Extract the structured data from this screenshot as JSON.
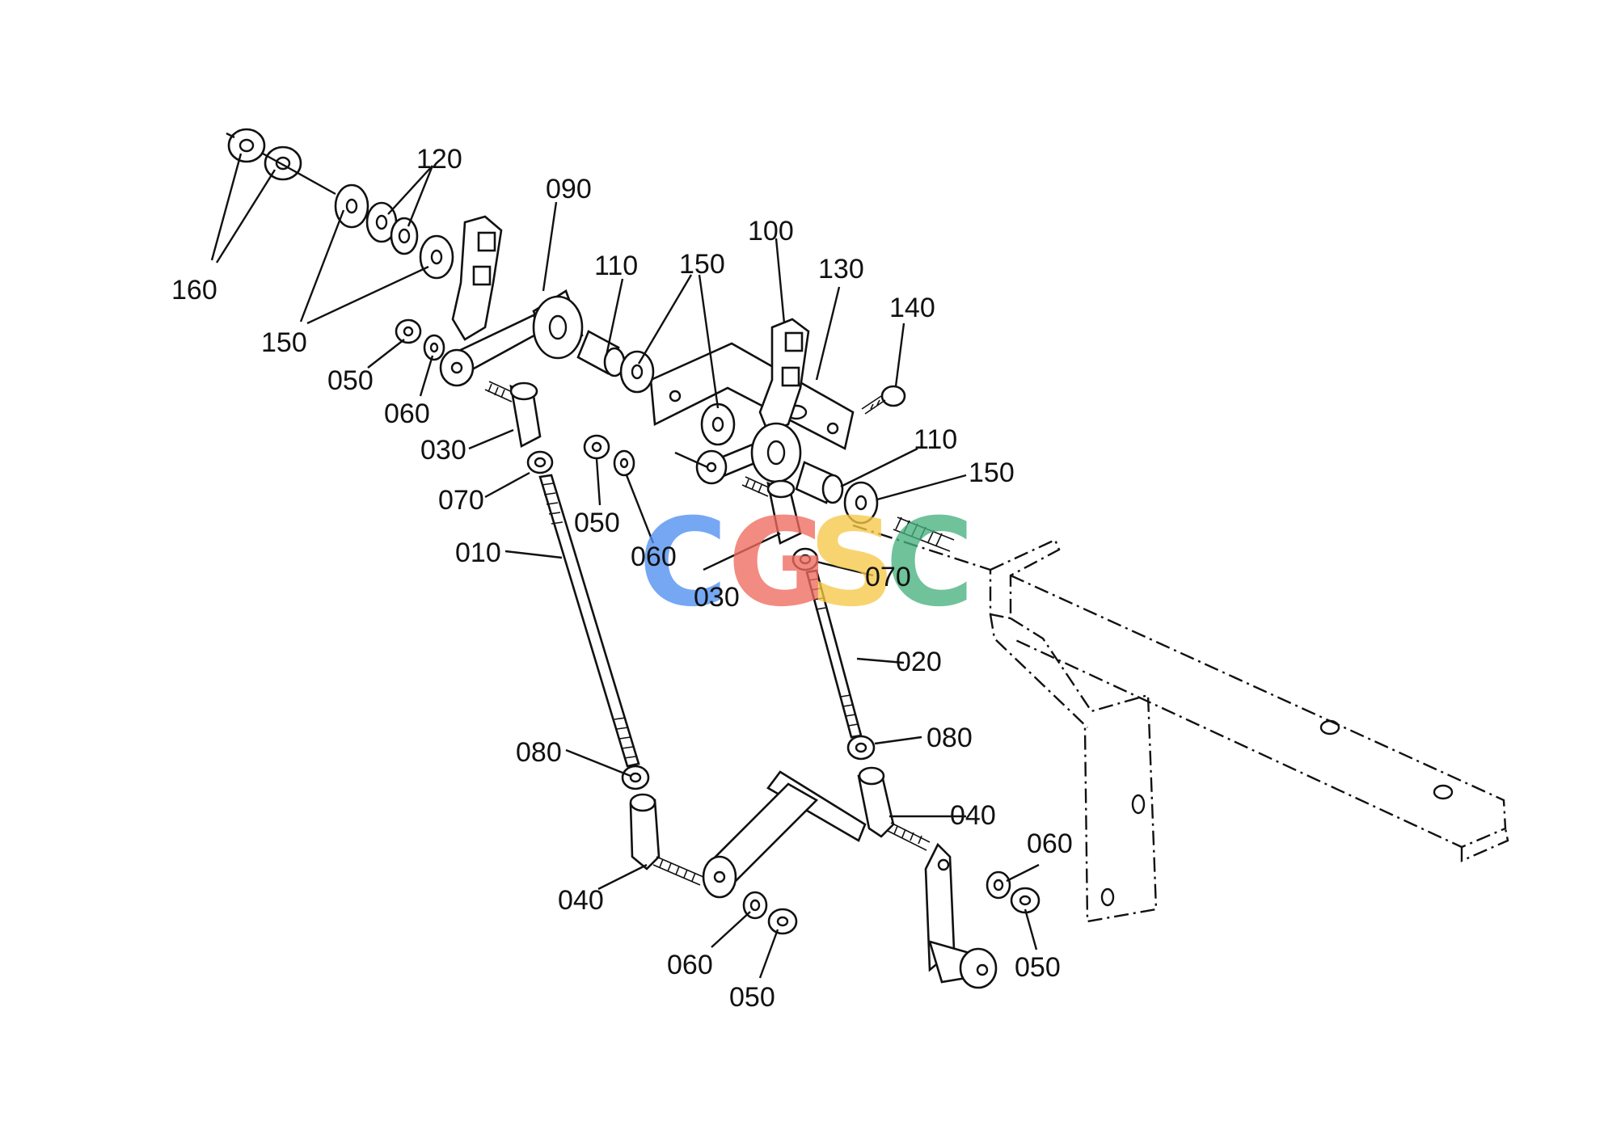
{
  "diagram": {
    "labels": {
      "p010": "010",
      "p020": "020",
      "p030a": "030",
      "p030b": "030",
      "p040a": "040",
      "p040b": "040",
      "p050a": "050",
      "p050b": "050",
      "p050c": "050",
      "p050d": "050",
      "p060a": "060",
      "p060b": "060",
      "p060c": "060",
      "p060d": "060",
      "p070a": "070",
      "p070b": "070",
      "p080a": "080",
      "p080b": "080",
      "p090": "090",
      "p100": "100",
      "p110a": "110",
      "p110b": "110",
      "p120": "120",
      "p130": "130",
      "p140": "140",
      "p150a": "150",
      "p150b": "150",
      "p150c": "150",
      "p160": "160"
    },
    "watermark": {
      "letters": [
        "C",
        "G",
        "S",
        "C"
      ],
      "colors": [
        "#4f8ff0",
        "#ef6b5e",
        "#f7c94a",
        "#47b27e"
      ]
    }
  }
}
